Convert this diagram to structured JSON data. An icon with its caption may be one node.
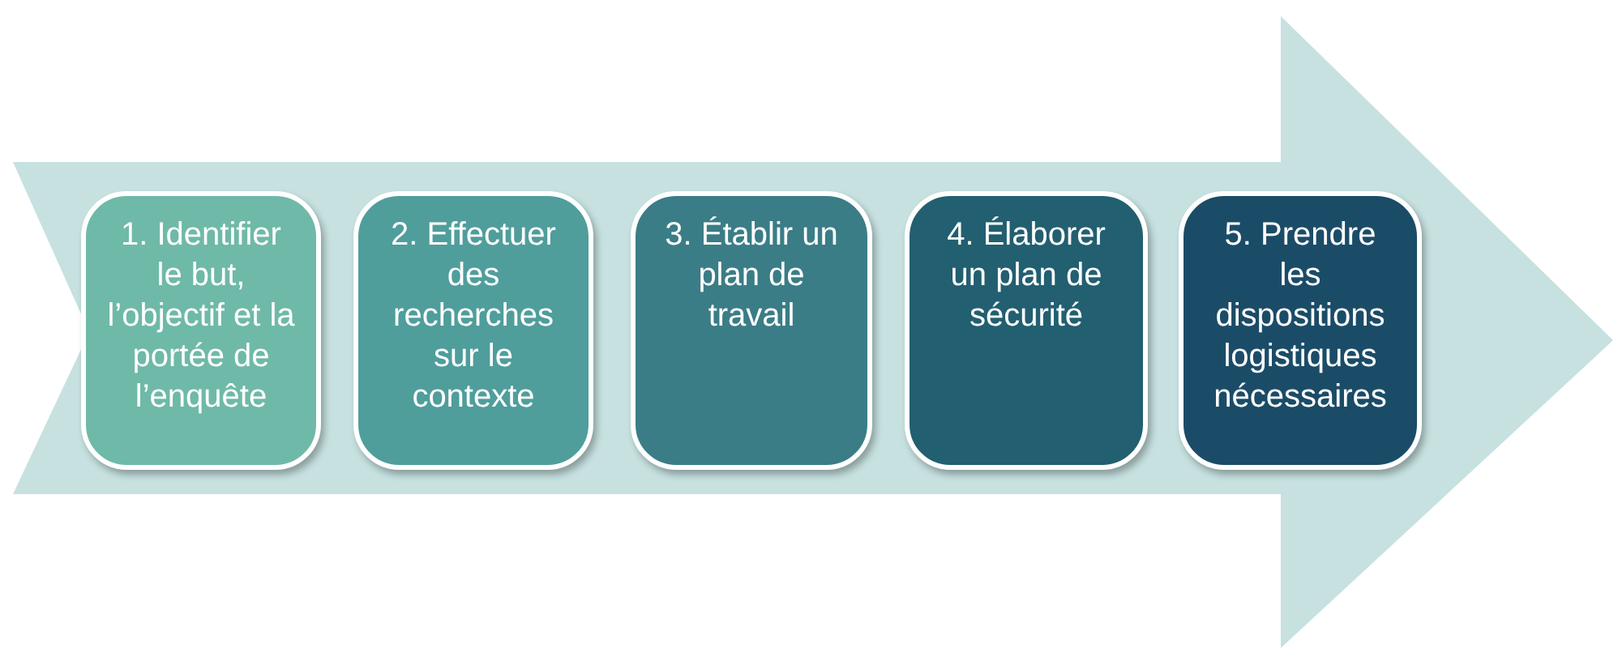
{
  "diagram": {
    "nodes": [
      {
        "text": [],
        "shape": "arrow"
      },
      {
        "text": [
          "1. Identifier le but, l’objectif et la portée de l’enquête"
        ],
        "in": 0
      },
      {
        "text": [
          "2. Effectuer des recherches sur le contexte"
        ],
        "in": 0
      },
      {
        "text": [
          "3. Établir un plan de travail"
        ],
        "in": 0
      },
      {
        "text": [
          "4. Élaborer un plan de sécurité"
        ],
        "in": 0
      },
      {
        "text": [
          "5. Prendre les dispositions logistiques nécessaires"
        ],
        "in": 0
      }
    ]
  }
}
